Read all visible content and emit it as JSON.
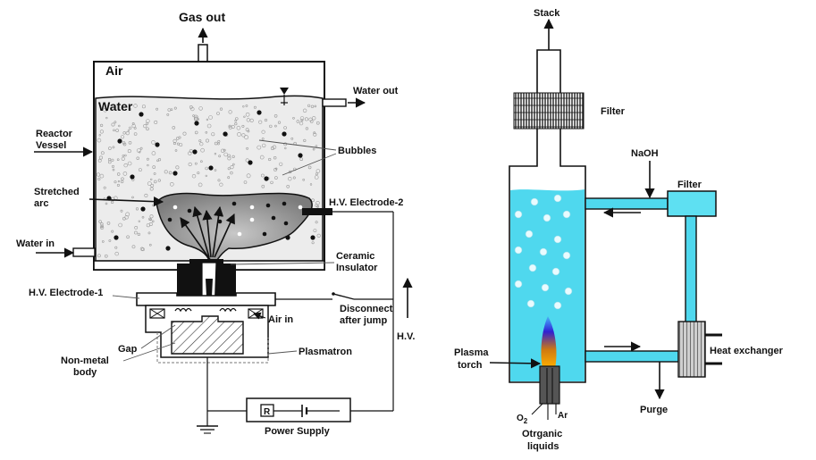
{
  "left": {
    "gas_out": "Gas out",
    "air": "Air",
    "water": "Water",
    "water_out": "Water out",
    "reactor_vessel_1": "Reactor",
    "reactor_vessel_2": "Vessel",
    "bubbles": "Bubbles",
    "stretched_arc_1": "Stretched",
    "stretched_arc_2": "arc",
    "hv_electrode_2": "H.V. Electrode-2",
    "water_in": "Water in",
    "ceramic_insulator_1": "Ceramic",
    "ceramic_insulator_2": "Insulator",
    "hv_electrode_1": "H.V. Electrode-1",
    "disconnect_1": "Disconnect",
    "disconnect_2": "after jump",
    "air_in": "Air in",
    "gap": "Gap",
    "non_metal_body_1": "Non-metal",
    "non_metal_body_2": "body",
    "plasmatron": "Plasmatron",
    "hv": "H.V.",
    "resistor": "R",
    "power_supply": "Power Supply"
  },
  "right": {
    "stack": "Stack",
    "filter_top": "Filter",
    "naoh": "NaOH",
    "filter_right": "Filter",
    "heat_exchanger": "Heat exchanger",
    "plasma_torch_1": "Plasma",
    "plasma_torch_2": "torch",
    "purge": "Purge",
    "o2_main": "O",
    "o2_sub": "2",
    "ar": "Ar",
    "organic_liquids_1": "Otrganic",
    "organic_liquids_2": "liquids"
  },
  "colors": {
    "water_left": "#ececec",
    "water_right": "#4fd8ee",
    "pipe": "#4fd8ee",
    "filter_box": "#5ee0f2",
    "arc_fill": "#9a9a9a",
    "line": "#111111"
  }
}
